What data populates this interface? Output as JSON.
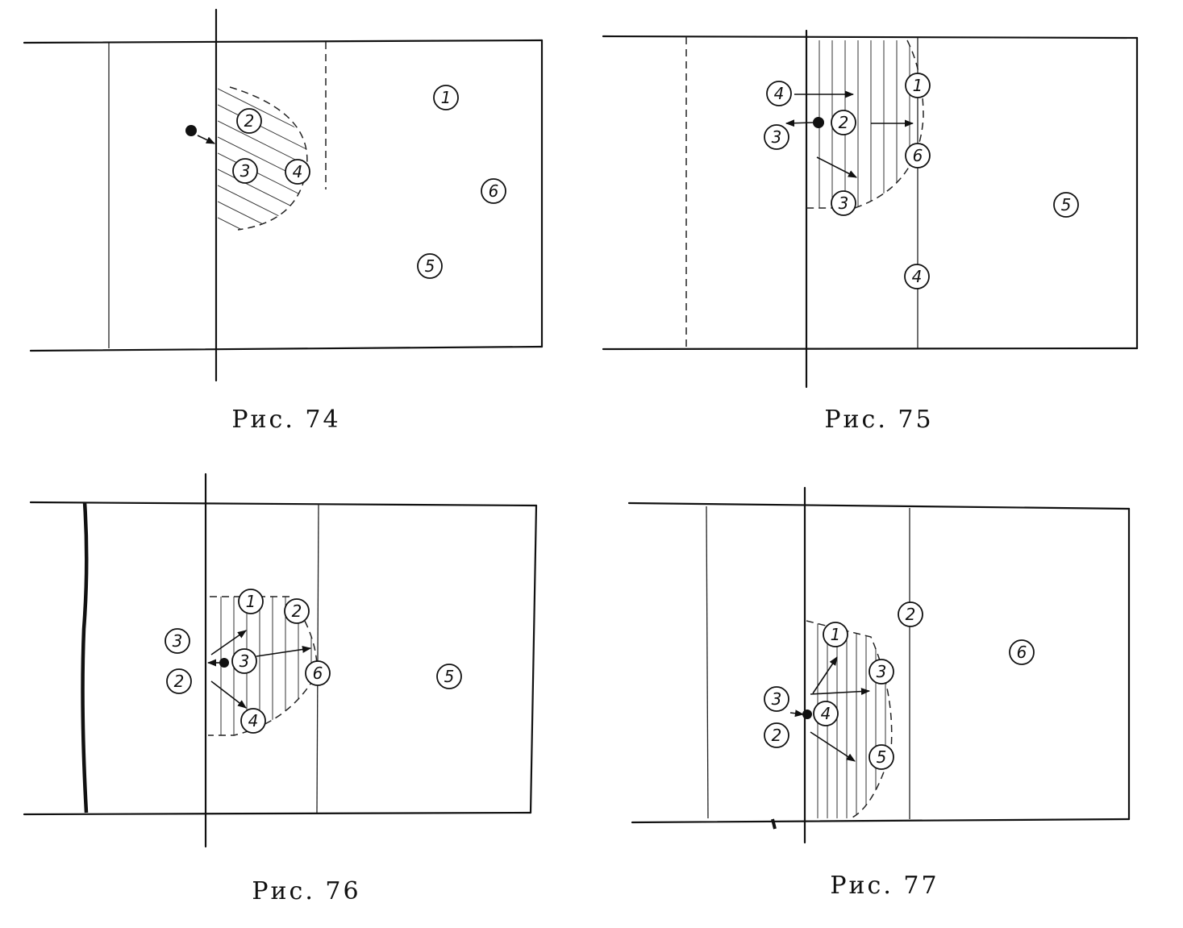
{
  "figures": [
    {
      "caption": "Рис. 74",
      "players": [
        {
          "label": "1"
        },
        {
          "label": "2"
        },
        {
          "label": "3"
        },
        {
          "label": "4"
        },
        {
          "label": "6"
        },
        {
          "label": "5"
        }
      ]
    },
    {
      "caption": "Рис. 75",
      "players": [
        {
          "label": "4"
        },
        {
          "label": "3"
        },
        {
          "label": "2"
        },
        {
          "label": "1"
        },
        {
          "label": "6"
        },
        {
          "label": "3"
        },
        {
          "label": "4"
        },
        {
          "label": "5"
        }
      ]
    },
    {
      "caption": "Рис. 76",
      "players": [
        {
          "label": "3"
        },
        {
          "label": "2"
        },
        {
          "label": "1"
        },
        {
          "label": "2"
        },
        {
          "label": "3"
        },
        {
          "label": "6"
        },
        {
          "label": "4"
        },
        {
          "label": "5"
        }
      ]
    },
    {
      "caption": "Рис. 77",
      "players": [
        {
          "label": "2"
        },
        {
          "label": "6"
        },
        {
          "label": "1"
        },
        {
          "label": "3"
        },
        {
          "label": "3"
        },
        {
          "label": "4"
        },
        {
          "label": "2"
        },
        {
          "label": "5"
        }
      ]
    }
  ]
}
